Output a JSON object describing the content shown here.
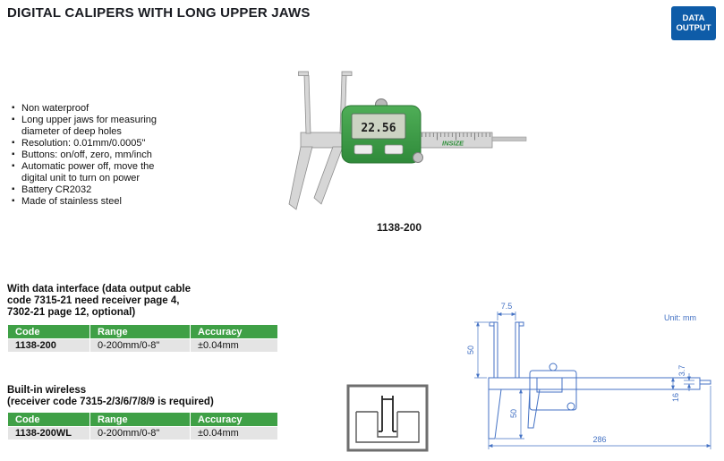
{
  "page": {
    "title": "DIGITAL CALIPERS WITH LONG UPPER JAWS",
    "badge_line1": "DATA",
    "badge_line2": "OUTPUT"
  },
  "features": [
    "Non waterproof",
    "Long upper jaws for measuring diameter of deep holes",
    "Resolution: 0.01mm/0.0005\"",
    "Buttons: on/off, zero, mm/inch",
    "Automatic power off, move the digital unit to turn on power",
    "Battery CR2032",
    "Made of stainless steel"
  ],
  "product": {
    "model": "1138-200",
    "brand": "INSIZE",
    "lcd_value": "22.56"
  },
  "sections": [
    {
      "heading_lines": [
        "With data interface (data output cable",
        "code 7315-21 need receiver page 4,",
        "7302-21 page 12, optional)"
      ],
      "table": {
        "headers": [
          "Code",
          "Range",
          "Accuracy"
        ],
        "row": [
          "1138-200",
          "0-200mm/0-8\"",
          "±0.04mm"
        ]
      }
    },
    {
      "heading_lines": [
        "Built-in wireless",
        "(receiver code 7315-2/3/6/7/8/9 is required)"
      ],
      "table": {
        "headers": [
          "Code",
          "Range",
          "Accuracy"
        ],
        "row": [
          "1138-200WL",
          "0-200mm/0-8\"",
          "±0.04mm"
        ]
      }
    }
  ],
  "drawing": {
    "unit_label": "Unit: mm",
    "dim_jaw_tip": "7.5",
    "dim_upper_jaw": "50",
    "dim_lower_jaw": "50",
    "dim_rod": "3.7",
    "dim_beam": "16",
    "dim_length": "286"
  },
  "colors": {
    "accent_green": "#3fa046",
    "badge_blue": "#0e5ca8",
    "drawing_blue": "#4472c4"
  }
}
